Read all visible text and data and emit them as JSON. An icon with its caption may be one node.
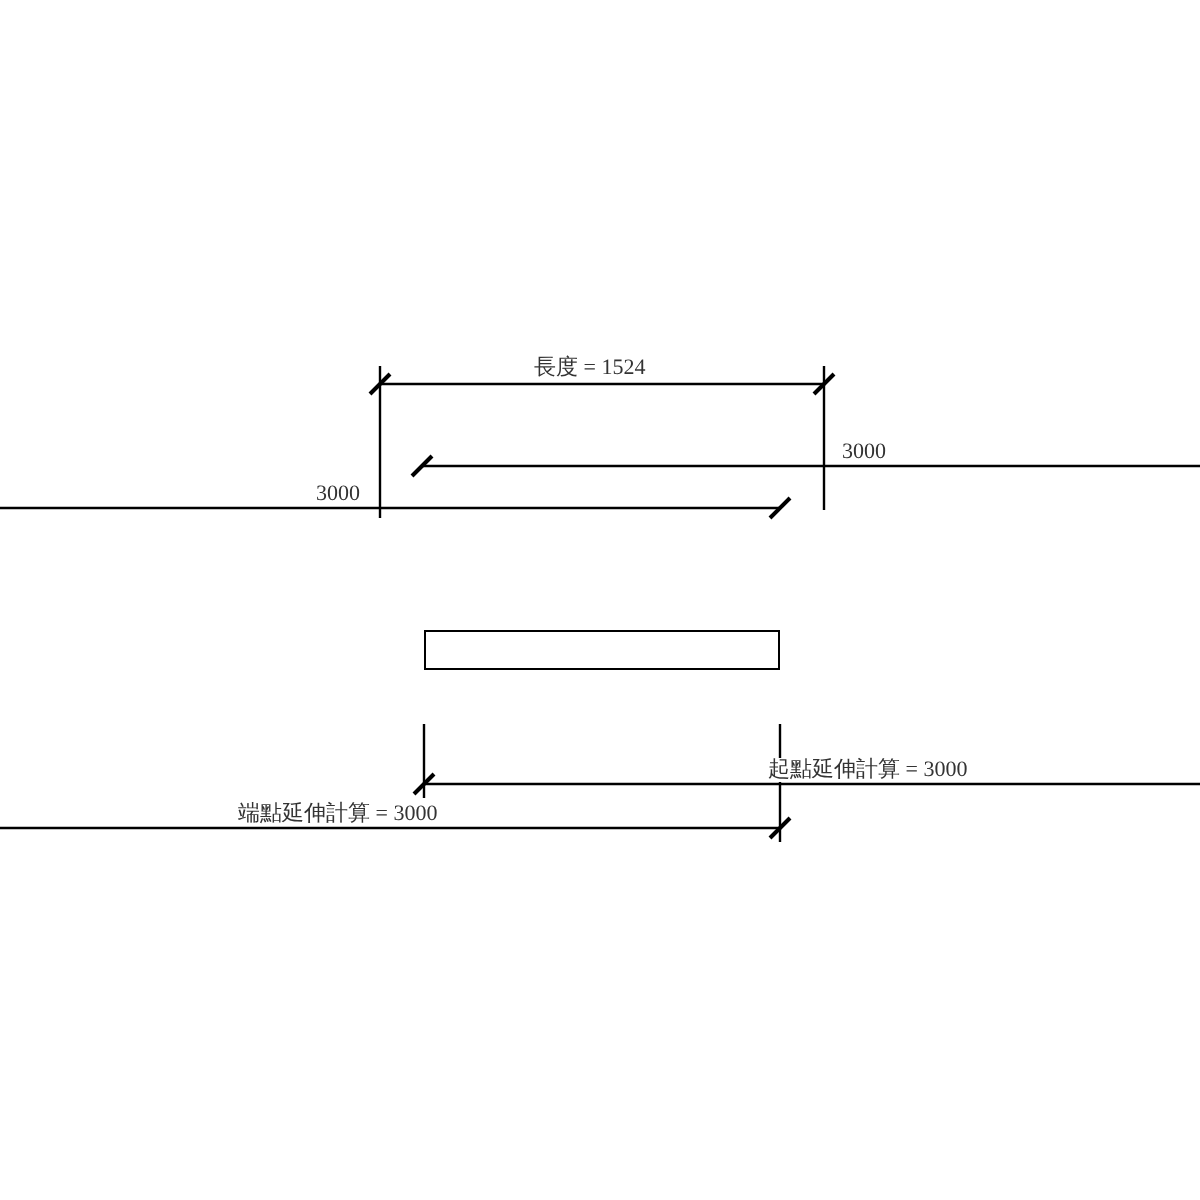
{
  "diagram": {
    "nodes": [
      {
        "text": [],
        "shape": "box"
      }
    ],
    "labels": [
      "長度 = 1524",
      "3000",
      "3000",
      "起點延伸計算 = 3000",
      "端點延伸計算 = 3000"
    ]
  }
}
